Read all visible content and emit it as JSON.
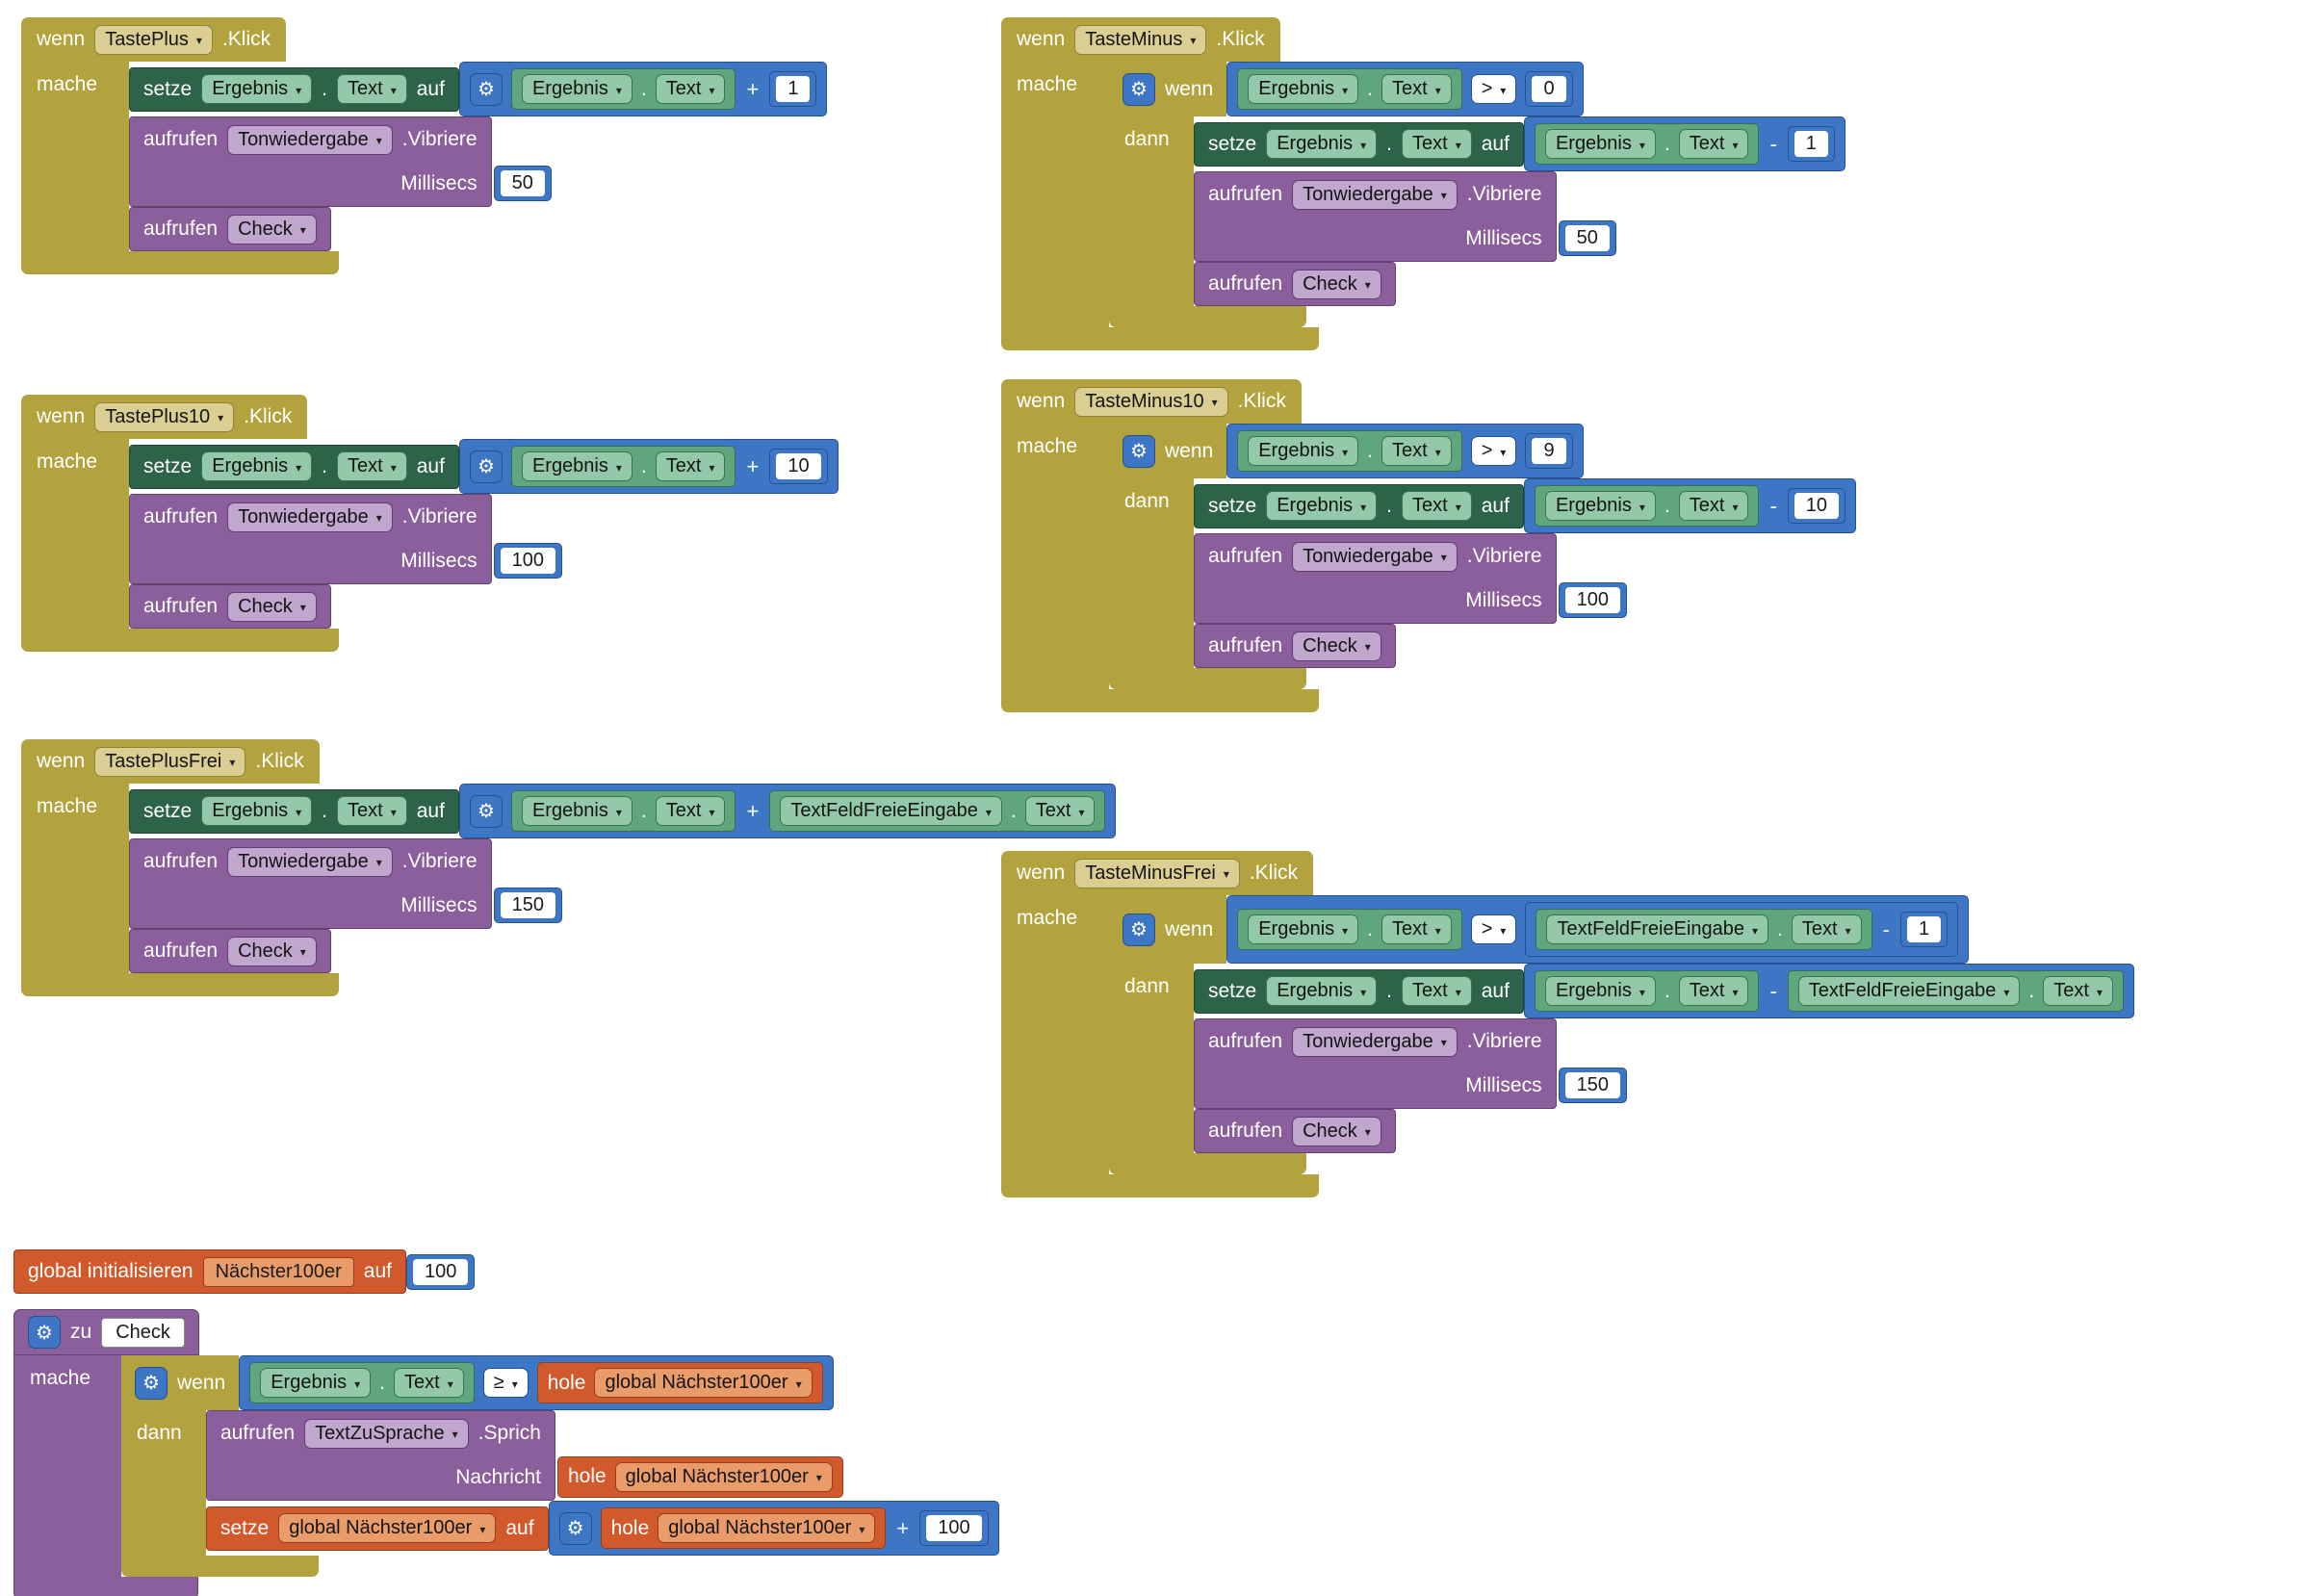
{
  "icons": {
    "gear": "⚙",
    "caret": "▾"
  },
  "kw": {
    "wenn": "wenn",
    "mache": "mache",
    "dann": "dann",
    "setze": "setze",
    "auf": "auf",
    "aufrufen": "aufrufen",
    "hole": "hole",
    "zu": "zu",
    "dot": ".",
    "klick": ".Klick",
    "vibriere": ".Vibriere",
    "sprich": ".Sprich",
    "millisecs": "Millisecs",
    "nachricht": "Nachricht",
    "plus": "+",
    "minus": "-",
    "gt": ">",
    "gte": "≥",
    "global_init": "global initialisieren"
  },
  "names": {
    "ergebnis": "Ergebnis",
    "text": "Text",
    "tonwiedergabe": "Tonwiedergabe",
    "check": "Check",
    "textfeld": "TextFeldFreieEingabe",
    "tts": "TextZuSprache",
    "global_var": "Nächster100er",
    "global_ref": "global Nächster100er"
  },
  "groups": {
    "plus1": {
      "event": "TastePlus",
      "n": "1",
      "ms": "50"
    },
    "minus1": {
      "event": "TasteMinus",
      "cmp": "0",
      "n": "1",
      "ms": "50"
    },
    "plus10": {
      "event": "TastePlus10",
      "n": "10",
      "ms": "100"
    },
    "minus10": {
      "event": "TasteMinus10",
      "cmp": "9",
      "n": "10",
      "ms": "100"
    },
    "plusfrei": {
      "event": "TastePlusFrei",
      "ms": "150"
    },
    "minusfrei": {
      "event": "TasteMinusFrei",
      "n": "1",
      "ms": "150"
    },
    "global_init": {
      "value": "100"
    },
    "check_proc": {
      "inc": "100"
    }
  }
}
